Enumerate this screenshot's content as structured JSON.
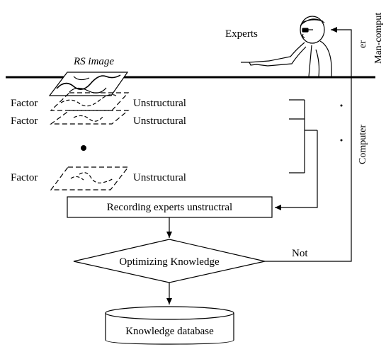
{
  "labels": {
    "experts": "Experts",
    "rs_image": "RS image",
    "factor_1": "Factor",
    "factor_2": "Factor",
    "factor_3": "Factor",
    "unstructural_1": "Unstructural",
    "unstructural_2": "Unstructural",
    "unstructural_3": "Unstructural",
    "man_computer_part1": "Man-comput",
    "man_computer_part2": "er",
    "computer": "Computer",
    "recording": "Recording experts unstructral",
    "optimizing": "Optimizing Knowledge",
    "not": "Not",
    "database": "Knowledge database"
  },
  "icons": [
    "expert-figure-icon",
    "rs-image-icon"
  ]
}
